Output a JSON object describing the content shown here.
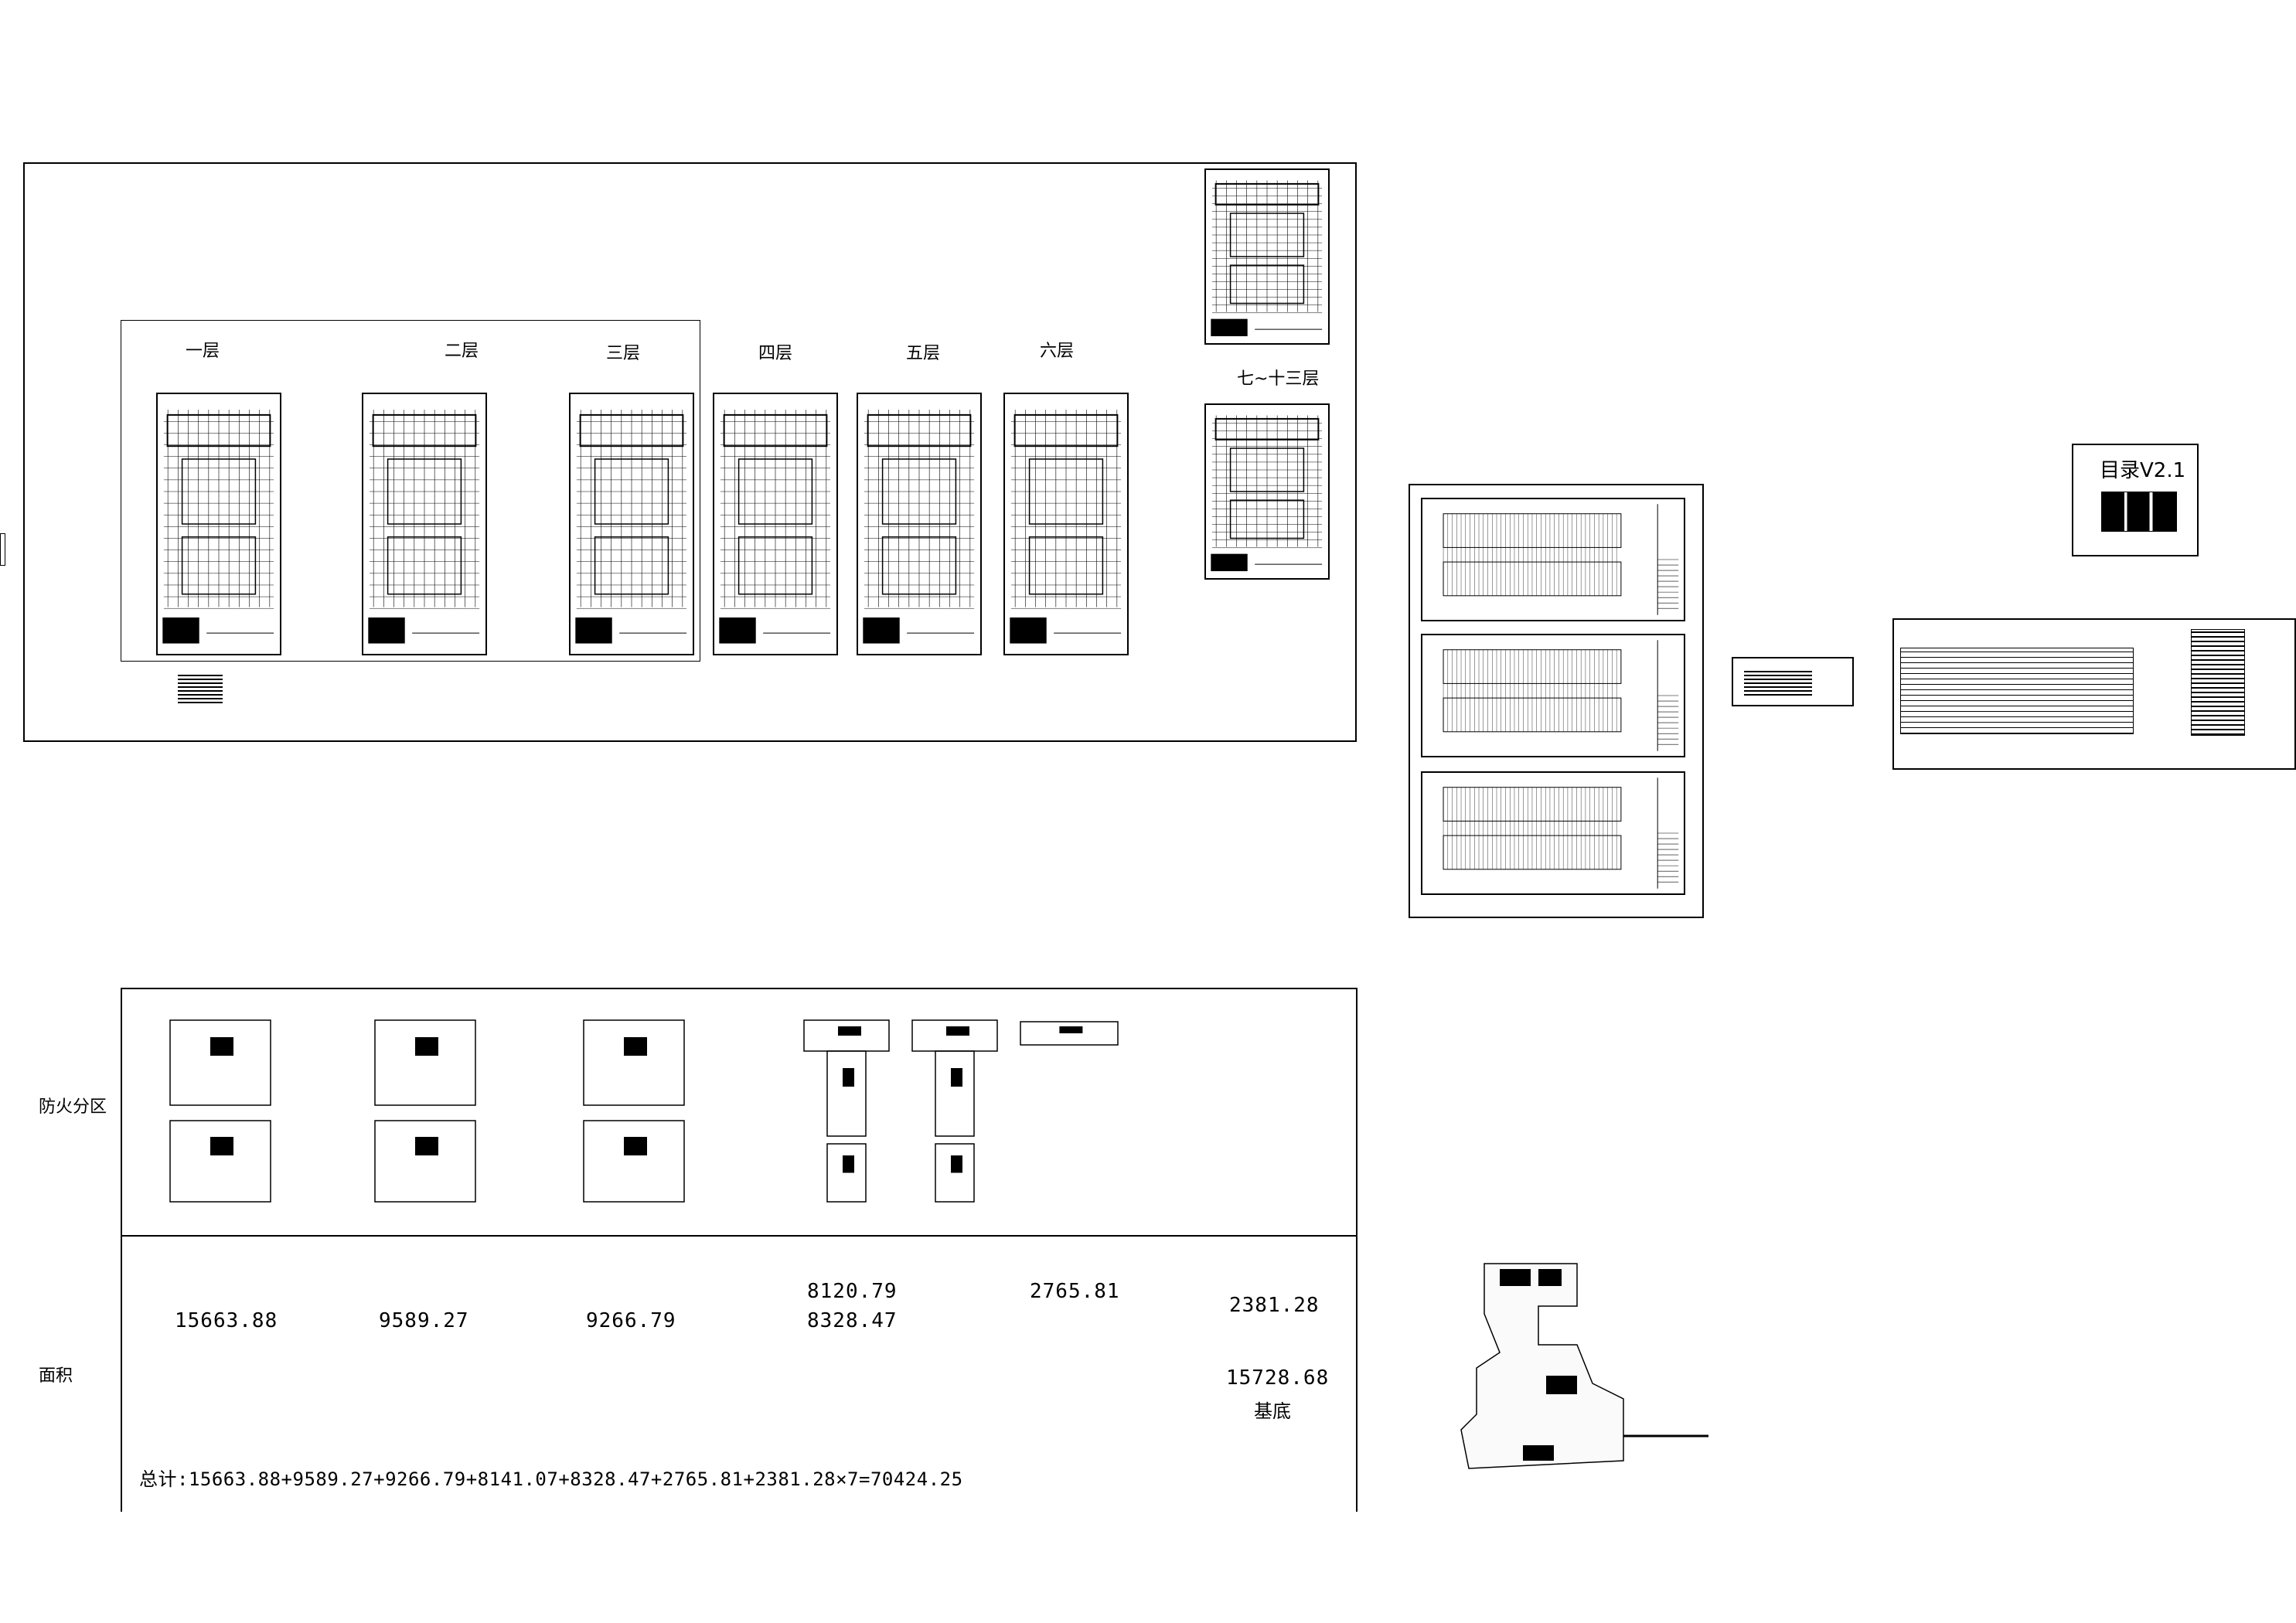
{
  "floors": {
    "f1": "一层",
    "f2": "二层",
    "f3": "三层",
    "f4": "四层",
    "f5": "五层",
    "f6": "六层",
    "f7_13": "七~十三层"
  },
  "catalog": {
    "label": "目录V2.1"
  },
  "fire": {
    "label": "防火分区"
  },
  "area": {
    "label": "面积",
    "v1": "15663.88",
    "v2": "9589.27",
    "v3": "9266.79",
    "v4a": "8120.79",
    "v4b": "8328.47",
    "v5": "2765.81",
    "v6": "2381.28",
    "v7": "15728.68",
    "base": "基底",
    "total": "总计:15663.88+9589.27+9266.79+8141.07+8328.47+2765.81+2381.28×7=70424.25"
  }
}
